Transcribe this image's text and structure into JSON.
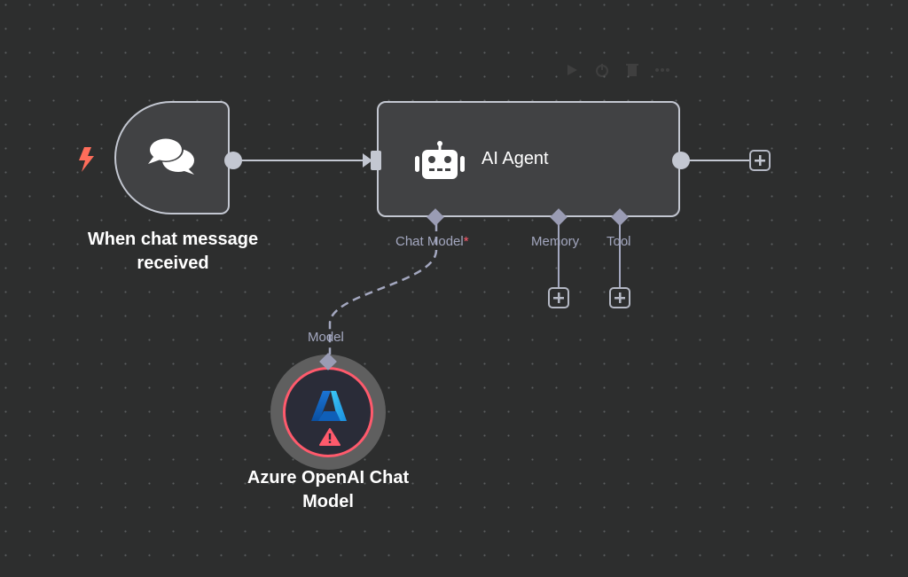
{
  "canvas": {
    "background": "#2d2e2e",
    "toolbar": [
      "play-icon",
      "power-icon",
      "trash-icon",
      "more-icon"
    ]
  },
  "nodes": {
    "trigger": {
      "label": "When chat message received",
      "icon": "chat-bubbles-icon",
      "trigger_icon": "lightning-icon",
      "trigger_color": "#ff6d5a"
    },
    "agent": {
      "label": "AI Agent",
      "icon": "robot-icon",
      "handles": [
        {
          "label": "Chat Model",
          "required": "*"
        },
        {
          "label": "Memory"
        },
        {
          "label": "Tool"
        }
      ]
    },
    "model": {
      "label": "Azure OpenAI Chat Model",
      "icon": "azure-icon",
      "handle_label": "Model",
      "status": "warning-icon",
      "error_color": "#ff5a6c"
    }
  },
  "add_buttons": {
    "output": "+",
    "memory": "+",
    "tool": "+"
  }
}
